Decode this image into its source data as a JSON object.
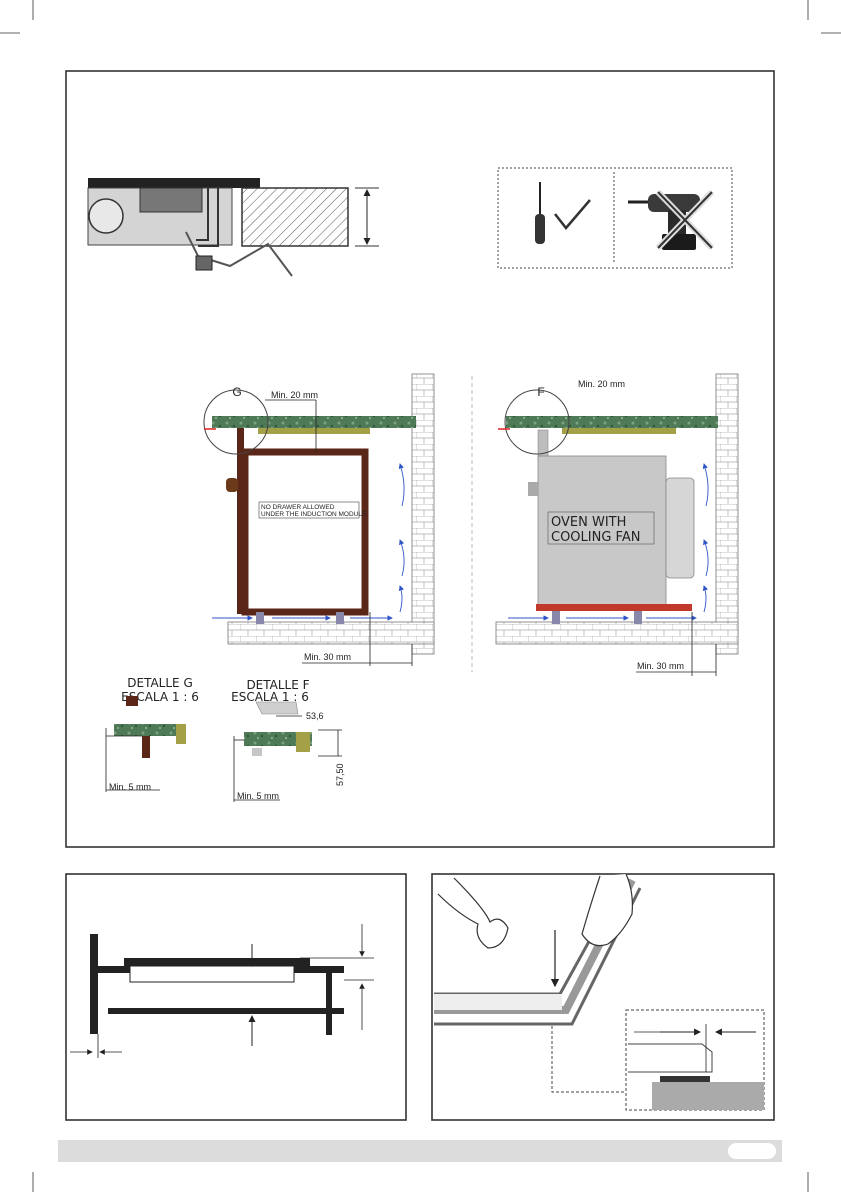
{
  "main_panel": {
    "left_install": {
      "detail_mark": "G",
      "min_top": "Min. 20 mm",
      "note_line1": "NO DRAWER ALLOWED",
      "note_line2": "UNDER THE INDUCTION MODULE",
      "min_back": "Min. 30 mm"
    },
    "right_install": {
      "detail_mark": "F",
      "min_top": "Min. 20 mm",
      "oven_line1": "OVEN WITH",
      "oven_line2": "COOLING FAN",
      "min_back": "Min. 30 mm"
    },
    "detail_g": {
      "title": "DETALLE G",
      "scale": "ESCALA 1 : 6",
      "min": "Min. 5 mm"
    },
    "detail_f": {
      "title": "DETALLE F",
      "scale": "ESCALA 1 : 6",
      "dim_width": "53,6",
      "dim_height": "57,50",
      "min": "Min. 5 mm"
    }
  },
  "colors": {
    "frame": "#333333",
    "marble": "#4f7a57",
    "cabinet": "#5a2617",
    "oven": "#c8c8c8",
    "oven_base": "#c0392b",
    "airflow": "#2f56c8",
    "footer_bar": "#dcdcdc"
  }
}
